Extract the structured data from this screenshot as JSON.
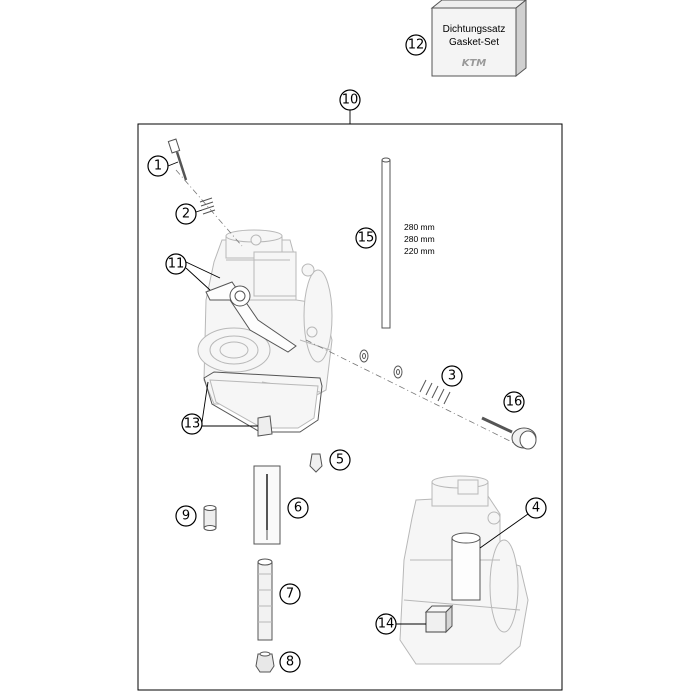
{
  "gasket_box": {
    "line1": "Dichtungssatz",
    "line2": "Gasket-Set",
    "logo": "KTM"
  },
  "callouts": {
    "c1": "1",
    "c2": "2",
    "c3": "3",
    "c4": "4",
    "c5": "5",
    "c6": "6",
    "c7": "7",
    "c8": "8",
    "c9": "9",
    "c10": "10",
    "c11": "11",
    "c12": "12",
    "c13": "13",
    "c14": "14",
    "c15": "15",
    "c16": "16"
  },
  "needle_lengths": [
    "280 mm",
    "280 mm",
    "220 mm"
  ]
}
